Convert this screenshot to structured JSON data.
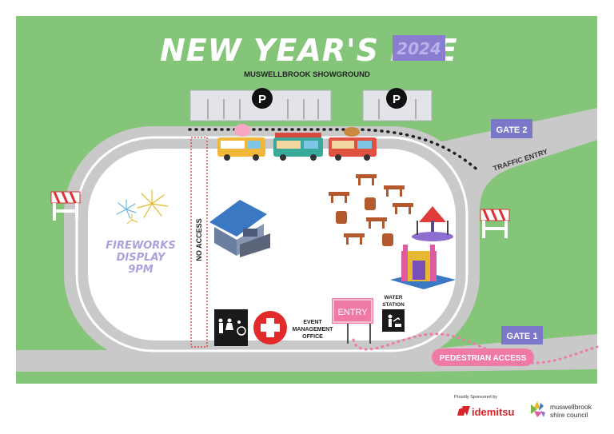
{
  "title": {
    "main": "NEW YEAR'S EVE",
    "year": "2024",
    "subtitle": "MUSWELLBROOK SHOWGROUND"
  },
  "parking": {
    "symbol": "P"
  },
  "gates": {
    "gate2": "GATE 2",
    "gate1": "GATE 1"
  },
  "labels": {
    "traffic_entry": "TRAFFIC ENTRY",
    "no_access": "NO ACCESS",
    "fireworks_line1": "FIREWORKS",
    "fireworks_line2": "DISPLAY",
    "fireworks_line3": "9PM",
    "event_office_line1": "EVENT",
    "event_office_line2": "MANAGEMENT",
    "event_office_line3": "OFFICE",
    "entry": "ENTRY",
    "water_line1": "WATER",
    "water_line2": "STATION",
    "pedestrian_access": "PEDESTRIAN ACCESS"
  },
  "sponsor": {
    "caption": "Proudly Sponsored by",
    "sponsor_name": "idemitsu",
    "council_line1": "muswellbrook",
    "council_line2": "shire council"
  },
  "colors": {
    "grass": "#84c57a",
    "track": "#c9c9c9",
    "gate_purple": "#7b77c9",
    "entry_pink": "#ef7aa6",
    "title_purple": "#8a7ccf",
    "first_aid_red": "#e22a2a"
  },
  "icons": [
    "parking-icon",
    "toilet-icon",
    "first-aid-icon",
    "water-station-icon",
    "food-truck-icon",
    "picnic-table-icon",
    "barrel-icon",
    "ride-icon",
    "bouncy-castle-icon",
    "fireworks-icon",
    "barrier-icon",
    "event-office-icon",
    "idemitsu-logo",
    "council-logo"
  ]
}
